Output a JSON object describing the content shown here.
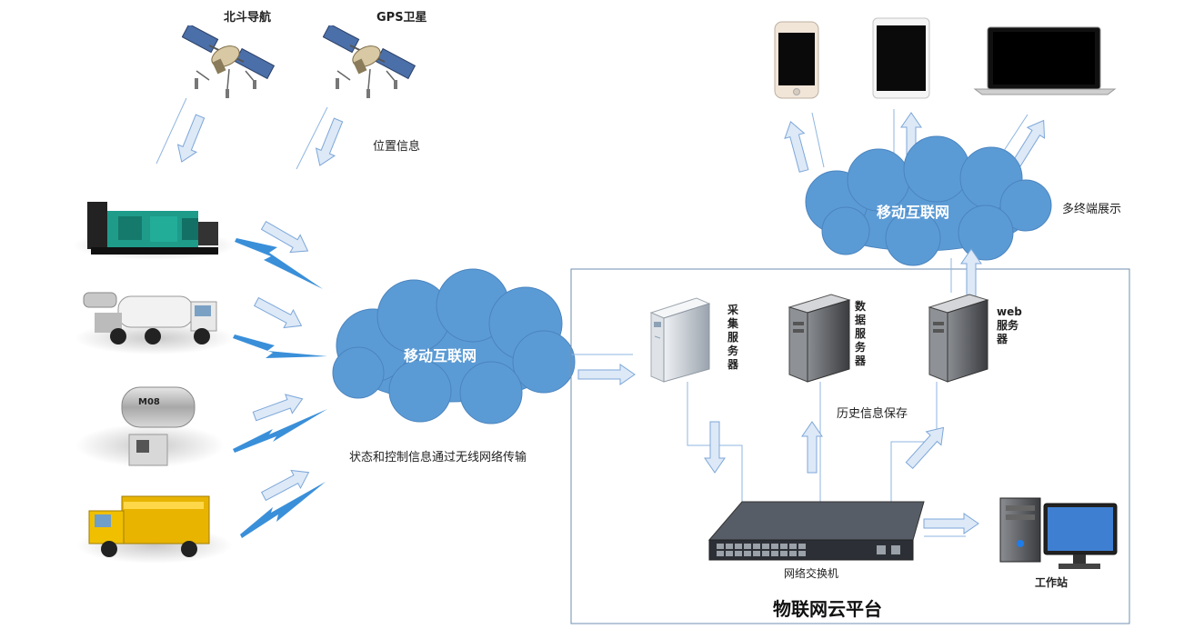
{
  "satellites": {
    "beidou": "北斗导航",
    "gps": "GPS卫星",
    "position_info": "位置信息"
  },
  "cloud_left": "移动互联网",
  "cloud_right": "移动互联网",
  "transmission_label": "状态和控制信息通过无线网络传输",
  "multi_terminal": "多终端展示",
  "servers": {
    "collect": "采集服务器",
    "data": "数据服务器",
    "web": "web服务器"
  },
  "history": "历史信息保存",
  "switch_label": "网络交换机",
  "workstation_label": "工作站",
  "platform_title": "物联网云平台",
  "colors": {
    "cloud": "#5b9bd5",
    "arrow_fill": "#dde9f7",
    "arrow_stroke": "#7da7d9",
    "lightning": "#3a8fd9",
    "frame": "#6f8fb0"
  }
}
